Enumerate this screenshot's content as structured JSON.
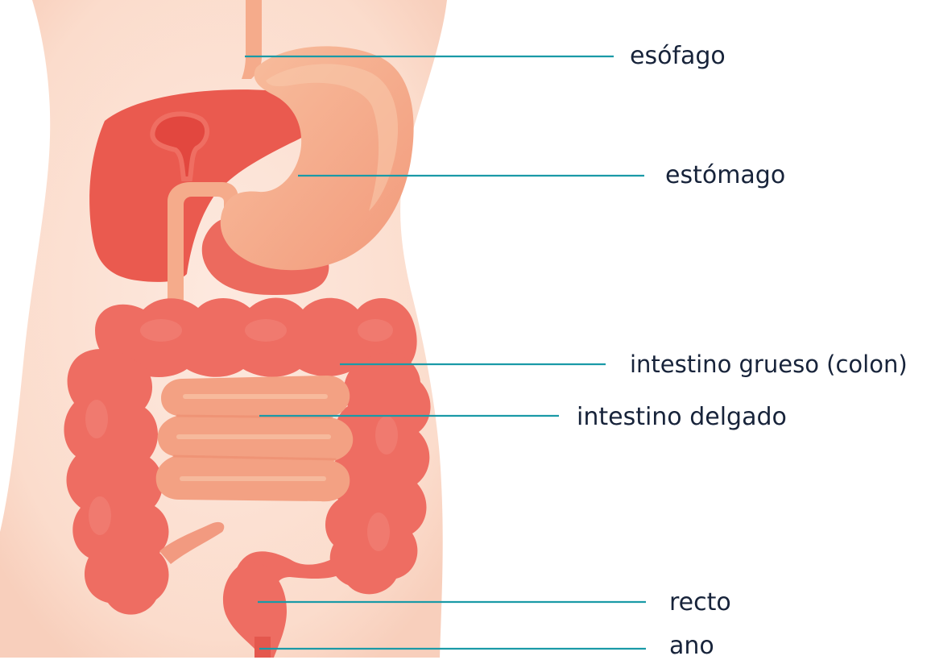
{
  "labels": {
    "esofago": "esófago",
    "estomago": "estómago",
    "colon": "intestino grueso (colon)",
    "delgado": "intestino delgado",
    "recto": "recto",
    "ano": "ano"
  },
  "colors": {
    "body": "#fbe0d3",
    "body_edge": "#f6cdb9",
    "organ_red": "#ee6b60",
    "organ_dark": "#e4574d",
    "liver": "#e9574c",
    "stomach": "#f4a385",
    "stomach_light": "#f7b898",
    "small_intestine": "#f3a183",
    "leader_line": "#1a9aa7",
    "text": "#17233a"
  }
}
